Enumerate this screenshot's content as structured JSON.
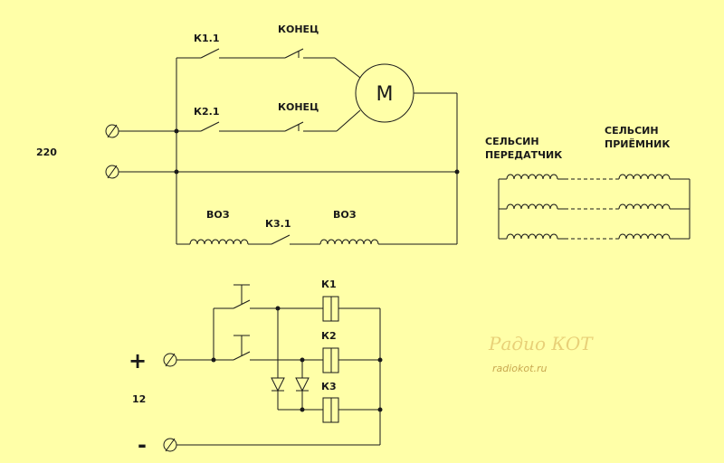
{
  "labels": {
    "k1_1": "К1.1",
    "konets_top": "КОНЕЦ",
    "k2_1": "К2.1",
    "konets_bottom": "КОНЕЦ",
    "motor": "M",
    "voltage_220": "220",
    "voz_left": "ВОЗ",
    "k3_1": "К3.1",
    "voz_right": "ВОЗ",
    "selsin_tx_line1": "СЕЛЬСИН",
    "selsin_tx_line2": "ПЕРЕДАТЧИК",
    "selsin_rx_line1": "СЕЛЬСИН",
    "selsin_rx_line2": "ПРИЁМНИК",
    "relay_k1": "К1",
    "relay_k2": "К2",
    "relay_k3": "К3",
    "plus": "+",
    "voltage_12": "12",
    "minus": "-"
  },
  "logo": {
    "title": "Радио КОТ",
    "url": "radiokot.ru"
  },
  "colors": {
    "background": "#FFFFA8",
    "ink": "#1a1a1a",
    "logo": "#e8d078"
  }
}
